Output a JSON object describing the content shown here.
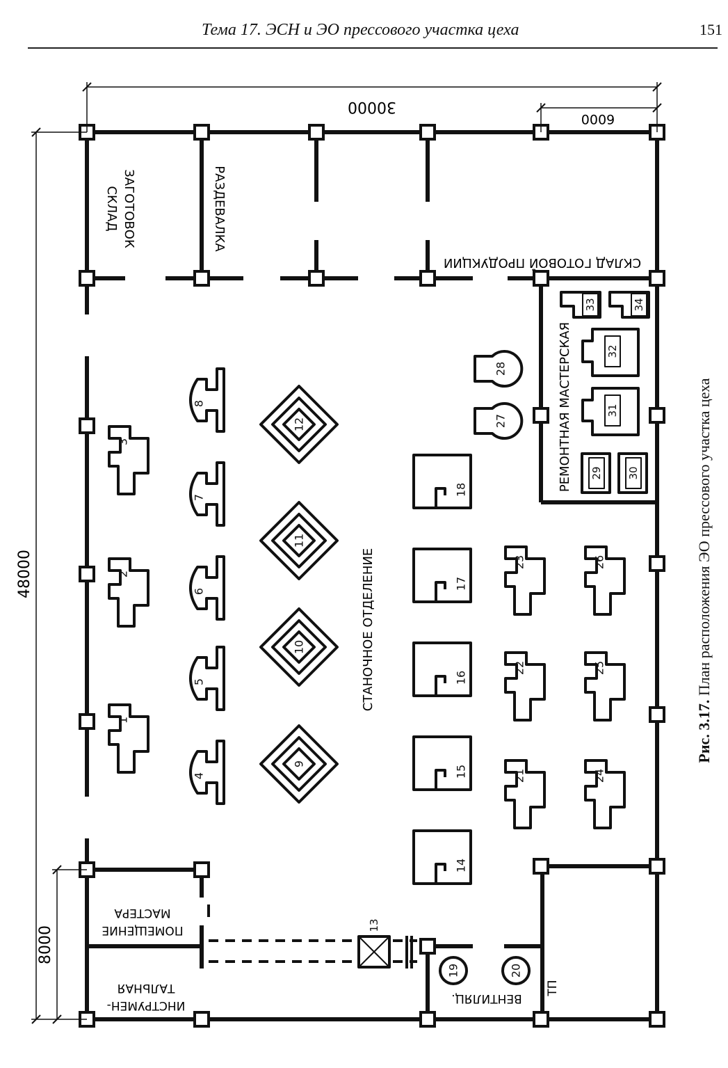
{
  "header": {
    "title": "Тема 17. ЭСН и ЭО прессового участка цеха",
    "page": "151"
  },
  "caption": {
    "bold": "Рис. 3.17.",
    "text": " План расположения ЭО прессового участка цеха"
  },
  "dimensions": {
    "width": "30000",
    "span": "6000",
    "height": "48000",
    "bay": "8000"
  },
  "rooms": {
    "sklad_zagotovok_1": "СКЛАД",
    "sklad_zagotovok_2": "ЗАГОТОВОК",
    "razdevalka": "РАЗДЕВАЛКА",
    "sklad_gotovoi": "СКЛАД ГОТОВОЙ ПРОДУКЦИИ",
    "remontnaya": "РЕМОНТНАЯ МАСТЕРСКАЯ",
    "stanochnoe": "СТАНОЧНОЕ ОТДЕЛЕНИЕ",
    "pomeshchenie_1": "ПОМЕЩЕНИЕ",
    "pomeshchenie_2": "МАСТЕРА",
    "instrumentalnaya_1": "ИНСТРУМЕН-",
    "instrumentalnaya_2": "ТАЛЬНАЯ",
    "ventilyatsionnaya": "ВЕНТИЛЯЦ.",
    "tp": "ТП"
  },
  "equipment": [
    {
      "type": "press",
      "label": "1"
    },
    {
      "type": "press",
      "label": "2"
    },
    {
      "type": "press",
      "label": "3"
    },
    {
      "type": "hammer",
      "label": "4"
    },
    {
      "type": "hammer",
      "label": "5"
    },
    {
      "type": "hammer",
      "label": "6"
    },
    {
      "type": "hammer",
      "label": "7"
    },
    {
      "type": "hammer",
      "label": "8"
    },
    {
      "type": "diamond",
      "label": "9"
    },
    {
      "type": "diamond",
      "label": "10"
    },
    {
      "type": "diamond",
      "label": "11"
    },
    {
      "type": "diamond",
      "label": "12"
    },
    {
      "type": "crane",
      "label": "13"
    },
    {
      "type": "box",
      "label": "14"
    },
    {
      "type": "box",
      "label": "15"
    },
    {
      "type": "box",
      "label": "16"
    },
    {
      "type": "box",
      "label": "17"
    },
    {
      "type": "box",
      "label": "18"
    },
    {
      "type": "circle",
      "label": "19"
    },
    {
      "type": "circle",
      "label": "20"
    },
    {
      "type": "press",
      "label": "21"
    },
    {
      "type": "press",
      "label": "22"
    },
    {
      "type": "press",
      "label": "23"
    },
    {
      "type": "press",
      "label": "24"
    },
    {
      "type": "press",
      "label": "25"
    },
    {
      "type": "press",
      "label": "26"
    },
    {
      "type": "fan",
      "label": "27"
    },
    {
      "type": "fan",
      "label": "28"
    },
    {
      "type": "small",
      "label": "29"
    },
    {
      "type": "small",
      "label": "30"
    },
    {
      "type": "lathe",
      "label": "31"
    },
    {
      "type": "lathe",
      "label": "32"
    },
    {
      "type": "corner",
      "label": "33"
    },
    {
      "type": "corner",
      "label": "34"
    }
  ]
}
